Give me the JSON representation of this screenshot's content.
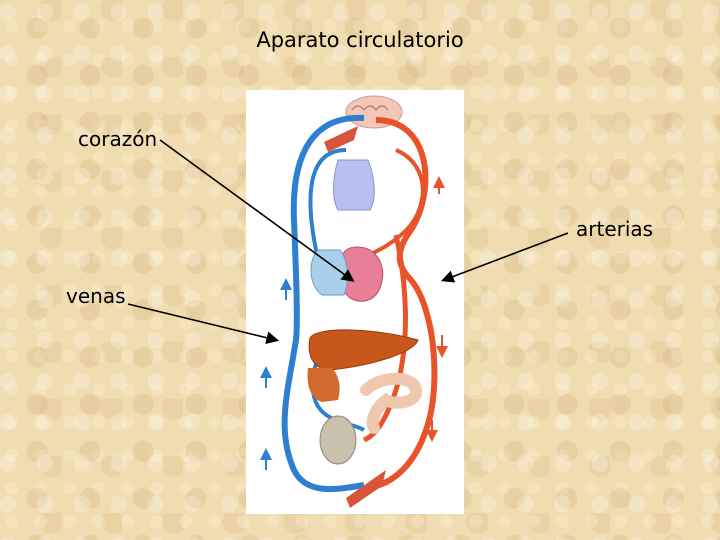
{
  "title": "Aparato circulatorio",
  "labels": {
    "corazon": "corazón",
    "arterias": "arterias",
    "venas": "venas"
  },
  "colors": {
    "artery": "#e8532a",
    "vein": "#2f7fd0",
    "heart": "#e87f97",
    "liver": "#c8571c",
    "lungs": "#b9bff0",
    "kidney": "#c9c1ae"
  }
}
